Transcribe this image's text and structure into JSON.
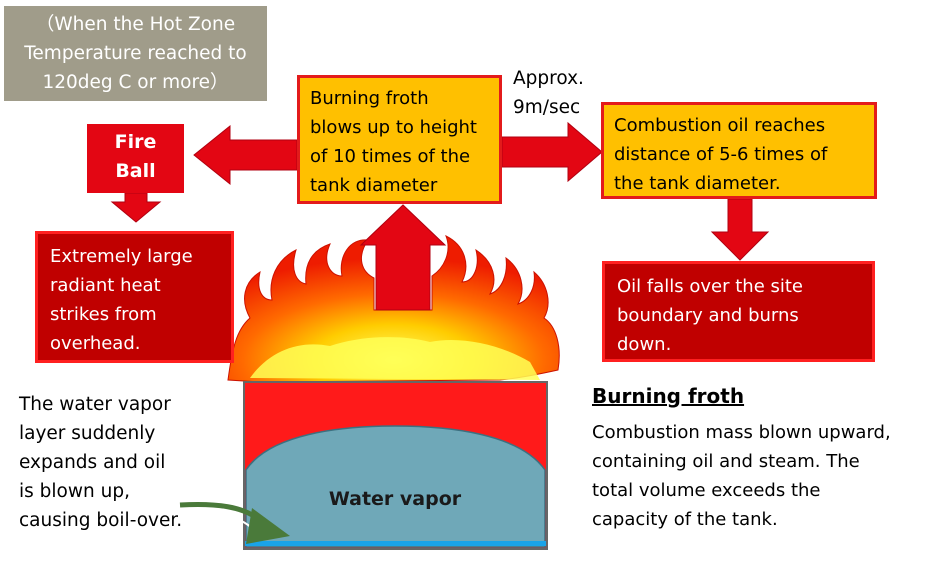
{
  "condition": {
    "line1": "（When the Hot Zone",
    "line2": "Temperature reached to",
    "line3": "120deg C or more）"
  },
  "froth_box": {
    "line1": "Burning froth",
    "line2": "blows up to height",
    "line3": "of 10 times of the",
    "line4": "tank diameter"
  },
  "speed": {
    "line1": "Approx.",
    "line2": "9m/sec"
  },
  "combustion_box": {
    "line1": "Combustion oil reaches",
    "line2": "distance of 5-6 times of",
    "line3": "the tank diameter."
  },
  "fireball": {
    "line1": "Fire",
    "line2": "Ball"
  },
  "radiant_box": {
    "line1": "Extremely large",
    "line2": "radiant heat",
    "line3": "strikes from",
    "line4": "overhead."
  },
  "falls_box": {
    "line1": "Oil falls over the site",
    "line2": "boundary and burns",
    "line3": "down."
  },
  "vapor_note": {
    "line1": "The water vapor",
    "line2": "layer suddenly",
    "line3": "expands and oil",
    "line4": "is blown up,",
    "line5": "causing boil-over."
  },
  "tank": {
    "label": "Water vapor"
  },
  "burning_froth": {
    "title": "Burning froth",
    "line1": "Combustion mass blown upward,",
    "line2": "containing oil and steam.  The",
    "line3": "total volume exceeds the",
    "line4": "capacity of the tank."
  },
  "colors": {
    "arrow": "#e30613",
    "yellow_box": "#ffc000",
    "red_box": "#c00000",
    "condition_box": "#a09c8a",
    "water_vapor": "#6fa8b8",
    "tank_fill": "#ff1a1a"
  }
}
